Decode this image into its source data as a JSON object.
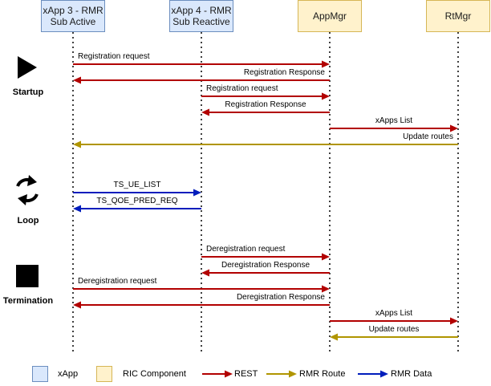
{
  "colors": {
    "xapp_fill": "#dae8fc",
    "xapp_stroke": "#6c8ebf",
    "ric_fill": "#fff2cc",
    "ric_stroke": "#d6b656",
    "rest": "#b20000",
    "rmr_route": "#b09500",
    "rmr_data": "#001dbc"
  },
  "participants": [
    {
      "id": "xapp3",
      "label": "xApp 3 - RMR\nSub Active",
      "kind": "xapp"
    },
    {
      "id": "xapp4",
      "label": "xApp 4 - RMR\nSub Reactive",
      "kind": "xapp"
    },
    {
      "id": "appmgr",
      "label": "AppMgr",
      "kind": "ric"
    },
    {
      "id": "rtmgr",
      "label": "RtMgr",
      "kind": "ric"
    }
  ],
  "phases": [
    {
      "label": "Startup",
      "icon": "play-icon"
    },
    {
      "label": "Loop",
      "icon": "loop-icon"
    },
    {
      "label": "Termination",
      "icon": "stop-icon"
    }
  ],
  "messages": [
    {
      "from": "xapp3",
      "to": "appmgr",
      "label": "Registration request",
      "type": "rest",
      "align": "left"
    },
    {
      "from": "appmgr",
      "to": "xapp3",
      "label": "Registration Response",
      "type": "rest",
      "align": "right"
    },
    {
      "from": "xapp4",
      "to": "appmgr",
      "label": "Registration request",
      "type": "rest",
      "align": "left"
    },
    {
      "from": "appmgr",
      "to": "xapp4",
      "label": "Registration Response",
      "type": "rest",
      "align": "center"
    },
    {
      "from": "appmgr",
      "to": "rtmgr",
      "label": "xApps List",
      "type": "rest",
      "align": "center"
    },
    {
      "from": "rtmgr",
      "to": "xapp3",
      "label": "Update routes",
      "type": "rmr_route",
      "align": "right"
    },
    {
      "from": "xapp3",
      "to": "xapp4",
      "label": "TS_UE_LIST",
      "type": "rmr_data",
      "align": "center"
    },
    {
      "from": "xapp4",
      "to": "xapp3",
      "label": "TS_QOE_PRED_REQ",
      "type": "rmr_data",
      "align": "center"
    },
    {
      "from": "xapp4",
      "to": "appmgr",
      "label": "Deregistration request",
      "type": "rest",
      "align": "left"
    },
    {
      "from": "appmgr",
      "to": "xapp4",
      "label": "Deregistration Response",
      "type": "rest",
      "align": "center"
    },
    {
      "from": "xapp3",
      "to": "appmgr",
      "label": "Deregistration request",
      "type": "rest",
      "align": "left"
    },
    {
      "from": "appmgr",
      "to": "xapp3",
      "label": "Deregistration Response",
      "type": "rest",
      "align": "right"
    },
    {
      "from": "appmgr",
      "to": "rtmgr",
      "label": "xApps List",
      "type": "rest",
      "align": "center"
    },
    {
      "from": "rtmgr",
      "to": "appmgr",
      "label": "Update routes",
      "type": "rmr_route",
      "align": "center"
    }
  ],
  "legend": [
    {
      "label": "xApp",
      "kind": "box",
      "style": "xapp"
    },
    {
      "label": "RIC Component",
      "kind": "box",
      "style": "ric"
    },
    {
      "label": "REST",
      "kind": "arrow",
      "style": "rest"
    },
    {
      "label": "RMR Route",
      "kind": "arrow",
      "style": "rmr_route"
    },
    {
      "label": "RMR Data",
      "kind": "arrow",
      "style": "rmr_data"
    }
  ]
}
